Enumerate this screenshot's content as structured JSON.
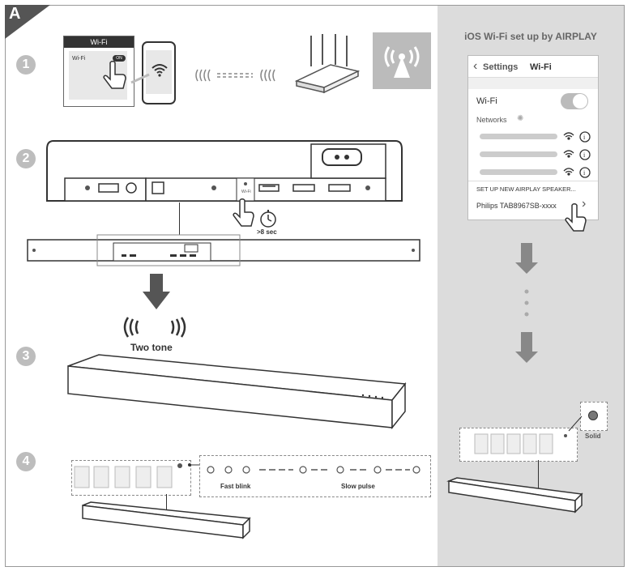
{
  "section_label": "A",
  "steps": [
    "1",
    "2",
    "3",
    "4"
  ],
  "step1": {
    "card_title": "Wi-Fi",
    "card_row_label": "Wi-Fi",
    "toggle_label": "ON"
  },
  "step2": {
    "timer_label": ">8 sec",
    "button_label": "Wi-Fi"
  },
  "step3": {
    "sound_label": "Two tone"
  },
  "step4": {
    "fast_label": "Fast blink",
    "slow_label": "Slow pulse"
  },
  "ios": {
    "title": "iOS Wi-Fi set up by AIRPLAY",
    "back_label": "Settings",
    "screen_title": "Wi-Fi",
    "wifi_row": "Wi-Fi",
    "networks_label": "Networks",
    "setup_label": "SET UP NEW AIRPLAY SPEAKER...",
    "speaker_name": "Philips TAB8967SB-xxxx",
    "solid_label": "Solid"
  },
  "colors": {
    "panel": "#dcdcdc",
    "dark": "#333333",
    "step_circle": "#bdbdbd",
    "arrow": "#888888"
  },
  "icons": [
    "wifi-icon",
    "hand-pointer-icon",
    "router-icon",
    "airplay-signal-icon",
    "timer-icon",
    "sound-wave-icon",
    "led-icon",
    "chevron-right-icon",
    "info-icon",
    "spinner-icon"
  ]
}
